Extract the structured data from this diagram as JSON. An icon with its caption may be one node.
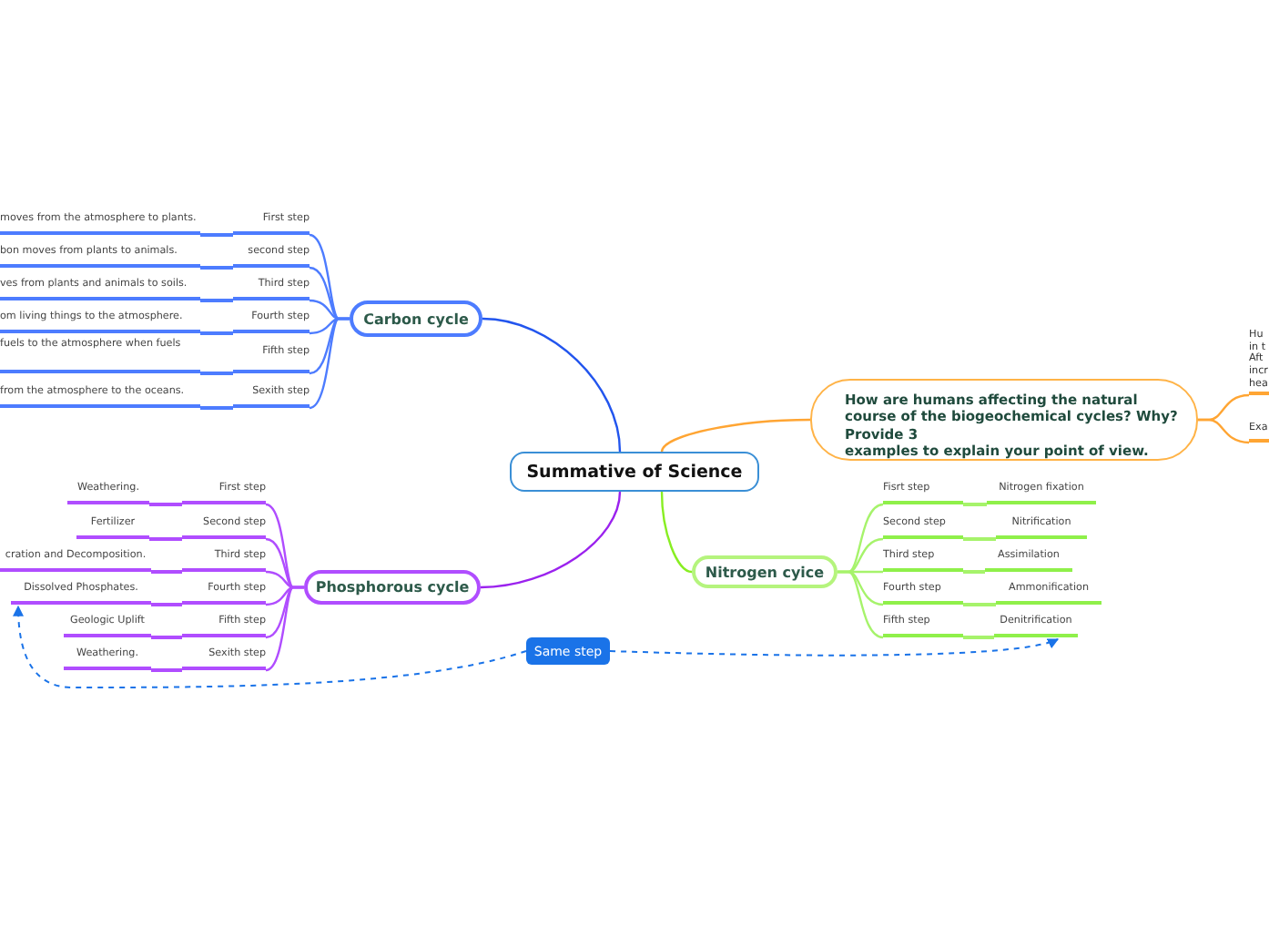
{
  "diagram": {
    "nodes": [
      {
        "text": [
          "Summative of Science"
        ]
      },
      {
        "text": [
          "Carbon cycle"
        ]
      },
      {
        "text": [
          "First step"
        ]
      },
      {
        "text": [
          "second step"
        ]
      },
      {
        "text": [
          "Third step"
        ]
      },
      {
        "text": [
          "Fourth step"
        ]
      },
      {
        "text": [
          "Fifth step"
        ]
      },
      {
        "text": [
          "Sexith step"
        ]
      },
      {
        "text": [
          "moves from the atmosphere to plants."
        ]
      },
      {
        "text": [
          "bon moves from plants to animals."
        ]
      },
      {
        "text": [
          "ves from plants and animals to soils."
        ]
      },
      {
        "text": [
          "om living things to the atmosphere."
        ]
      },
      {
        "text": [
          "fuels to the atmosphere when fuels"
        ]
      },
      {
        "text": [
          "from the atmosphere to the oceans."
        ]
      },
      {
        "text": [
          "How are humans affecting the natural course of the biogeochemical cycles? Why? Provide 3",
          "examples to explain your point of view."
        ]
      },
      {
        "text": [
          "Hu in t Aft incr hea"
        ]
      },
      {
        "text": [
          "Exa"
        ]
      },
      {
        "text": [
          "Phosphorous cycle"
        ]
      },
      {
        "text": [
          "First step"
        ]
      },
      {
        "text": [
          "Second step"
        ]
      },
      {
        "text": [
          "Third step"
        ]
      },
      {
        "text": [
          "Fourth step"
        ]
      },
      {
        "text": [
          "Fifth step"
        ]
      },
      {
        "text": [
          "Sexith step"
        ]
      },
      {
        "text": [
          "Weathering."
        ]
      },
      {
        "text": [
          "Fertilizer"
        ]
      },
      {
        "text": [
          "cration and Decomposition."
        ]
      },
      {
        "text": [
          "Dissolved Phosphates."
        ]
      },
      {
        "text": [
          "Geologic Uplift"
        ]
      },
      {
        "text": [
          "Weathering."
        ]
      },
      {
        "text": [
          "Nitrogen cyice"
        ]
      },
      {
        "text": [
          "Fisrt step"
        ]
      },
      {
        "text": [
          "Second step"
        ]
      },
      {
        "text": [
          "Third step"
        ]
      },
      {
        "text": [
          "Fourth step"
        ]
      },
      {
        "text": [
          "Fifth step"
        ]
      },
      {
        "text": [
          "Nitrogen fixation"
        ]
      },
      {
        "text": [
          "Nitrification"
        ]
      },
      {
        "text": [
          "Assimilation"
        ]
      },
      {
        "text": [
          "Ammonification"
        ]
      },
      {
        "text": [
          "Denitrification"
        ]
      },
      {
        "text": [
          "Same step"
        ]
      }
    ],
    "edges": [
      {
        "from": 0,
        "to": 1,
        "arrow": "none",
        "color": "#2255ee"
      },
      {
        "from": 1,
        "to": 2,
        "arrow": "none",
        "color": "#4d7cff"
      },
      {
        "from": 1,
        "to": 3,
        "arrow": "none",
        "color": "#4d7cff"
      },
      {
        "from": 1,
        "to": 4,
        "arrow": "none",
        "color": "#4d7cff"
      },
      {
        "from": 1,
        "to": 5,
        "arrow": "none",
        "color": "#4d7cff"
      },
      {
        "from": 1,
        "to": 6,
        "arrow": "none",
        "color": "#4d7cff"
      },
      {
        "from": 1,
        "to": 7,
        "arrow": "none",
        "color": "#4d7cff"
      },
      {
        "from": 2,
        "to": 8,
        "arrow": "none",
        "color": "#4d7cff"
      },
      {
        "from": 3,
        "to": 9,
        "arrow": "none",
        "color": "#4d7cff"
      },
      {
        "from": 4,
        "to": 10,
        "arrow": "none",
        "color": "#4d7cff"
      },
      {
        "from": 5,
        "to": 11,
        "arrow": "none",
        "color": "#4d7cff"
      },
      {
        "from": 6,
        "to": 12,
        "arrow": "none",
        "color": "#4d7cff"
      },
      {
        "from": 7,
        "to": 13,
        "arrow": "none",
        "color": "#4d7cff"
      },
      {
        "from": 0,
        "to": 14,
        "arrow": "none",
        "color": "#ffa533"
      },
      {
        "from": 14,
        "to": 15,
        "arrow": "none",
        "color": "#ffa533"
      },
      {
        "from": 14,
        "to": 16,
        "arrow": "none",
        "color": "#ffa533"
      },
      {
        "from": 0,
        "to": 17,
        "arrow": "none",
        "color": "#9b22ee"
      },
      {
        "from": 17,
        "to": 18,
        "arrow": "none",
        "color": "#b04dff"
      },
      {
        "from": 17,
        "to": 19,
        "arrow": "none",
        "color": "#b04dff"
      },
      {
        "from": 17,
        "to": 20,
        "arrow": "none",
        "color": "#b04dff"
      },
      {
        "from": 17,
        "to": 21,
        "arrow": "none",
        "color": "#b04dff"
      },
      {
        "from": 17,
        "to": 22,
        "arrow": "none",
        "color": "#b04dff"
      },
      {
        "from": 17,
        "to": 23,
        "arrow": "none",
        "color": "#b04dff"
      },
      {
        "from": 18,
        "to": 24,
        "arrow": "none",
        "color": "#b04dff"
      },
      {
        "from": 19,
        "to": 25,
        "arrow": "none",
        "color": "#b04dff"
      },
      {
        "from": 20,
        "to": 26,
        "arrow": "none",
        "color": "#b04dff"
      },
      {
        "from": 21,
        "to": 27,
        "arrow": "none",
        "color": "#b04dff"
      },
      {
        "from": 22,
        "to": 28,
        "arrow": "none",
        "color": "#b04dff"
      },
      {
        "from": 23,
        "to": 29,
        "arrow": "none",
        "color": "#b04dff"
      },
      {
        "from": 0,
        "to": 30,
        "arrow": "none",
        "color": "#88ee22"
      },
      {
        "from": 30,
        "to": 31,
        "arrow": "none",
        "color": "#a6f36b"
      },
      {
        "from": 30,
        "to": 32,
        "arrow": "none",
        "color": "#a6f36b"
      },
      {
        "from": 30,
        "to": 33,
        "arrow": "none",
        "color": "#a6f36b"
      },
      {
        "from": 30,
        "to": 34,
        "arrow": "none",
        "color": "#a6f36b"
      },
      {
        "from": 30,
        "to": 35,
        "arrow": "none",
        "color": "#a6f36b"
      },
      {
        "from": 31,
        "to": 36,
        "arrow": "none",
        "color": "#a6f36b"
      },
      {
        "from": 32,
        "to": 37,
        "arrow": "none",
        "color": "#a6f36b"
      },
      {
        "from": 33,
        "to": 38,
        "arrow": "none",
        "color": "#a6f36b"
      },
      {
        "from": 34,
        "to": 39,
        "arrow": "none",
        "color": "#a6f36b"
      },
      {
        "from": 35,
        "to": 40,
        "arrow": "none",
        "color": "#a6f36b"
      },
      {
        "from": 41,
        "to": 27,
        "arrow": "to",
        "style": "dashed",
        "color": "#1a73e8"
      },
      {
        "from": 41,
        "to": 40,
        "arrow": "to",
        "style": "dashed",
        "color": "#1a73e8"
      }
    ]
  }
}
